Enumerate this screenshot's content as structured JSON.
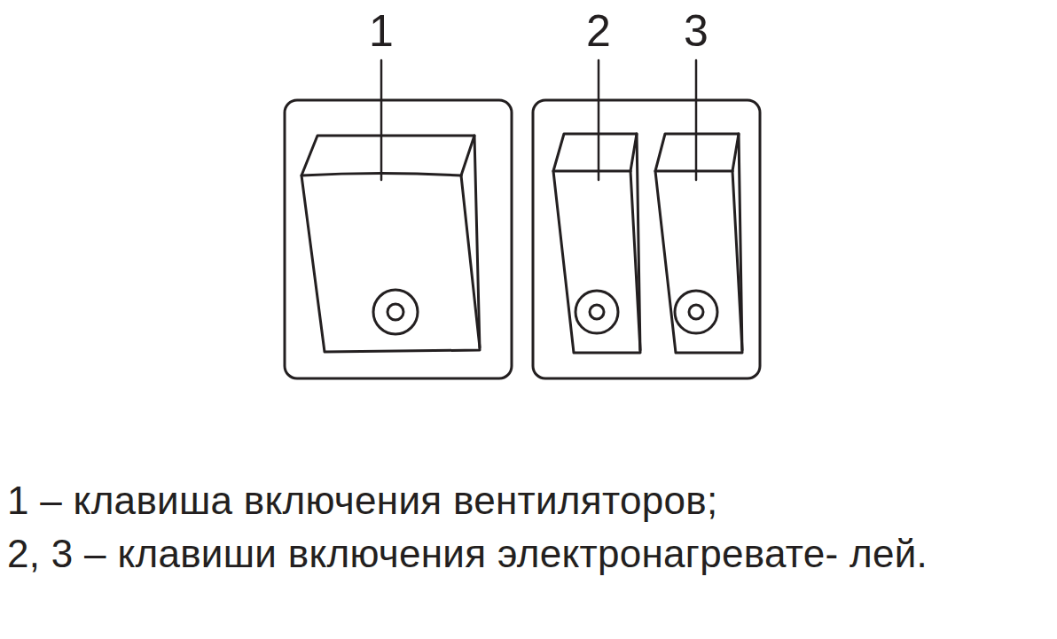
{
  "diagram": {
    "labels": [
      "1",
      "2",
      "3",
      "1 – клавиша включения вентиляторов;",
      "2, 3 – клавиши включения электронагревате- лей."
    ]
  }
}
